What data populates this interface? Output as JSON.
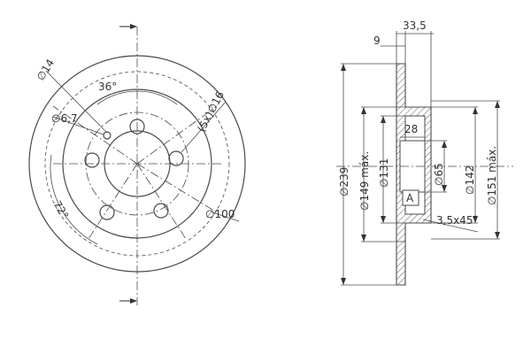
{
  "front_view": {
    "labels": {
      "hole_dia": "∅14",
      "bolt_angle": "36°",
      "small_hole": "∅6,7",
      "bolt_holes": "(5x)∅16",
      "angle_72": "72°",
      "pcd": "∅100"
    }
  },
  "section_view": {
    "labels": {
      "thickness": "9",
      "height": "33,5",
      "outer_dia": "∅239",
      "inner_max": "∅149 máx.",
      "d131": "∅131",
      "d28": "28",
      "d65": "∅65",
      "d142": "∅142",
      "d151": "∅151 máx.",
      "datum": "A",
      "chamfer": "3,5x45°"
    }
  }
}
